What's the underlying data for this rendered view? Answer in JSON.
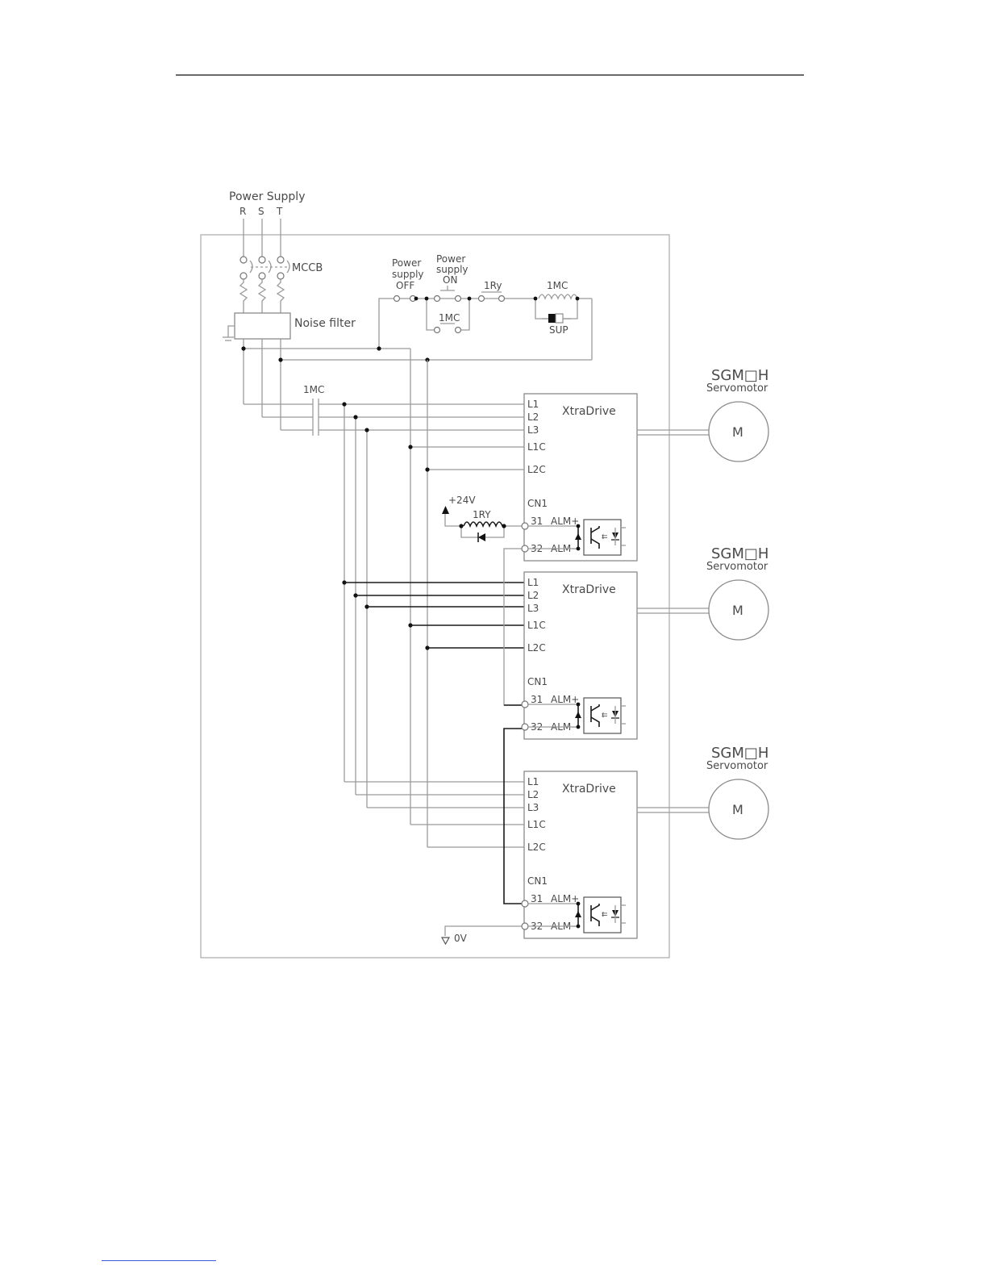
{
  "power_supply": {
    "title": "Power Supply",
    "phases": [
      "R",
      "S",
      "T"
    ]
  },
  "labels": {
    "mccb": "MCCB",
    "noise_filter": "Noise filter",
    "supply_off": [
      "Power",
      "supply",
      "OFF"
    ],
    "supply_on": [
      "Power",
      "supply",
      "ON"
    ],
    "relay_1ry_upper": "1Ry",
    "relay_1ry_lower": "1RY",
    "contactor": "1MC",
    "suppressor": "SUP",
    "plus_24v": "+24V",
    "zero_v": "0V"
  },
  "drives": [
    {
      "name": "XtraDrive",
      "terminals": [
        "L1",
        "L2",
        "L3",
        "L1C",
        "L2C"
      ],
      "connector": "CN1",
      "pins": [
        {
          "num": "31",
          "name": "ALM+"
        },
        {
          "num": "32",
          "name": "ALM−"
        }
      ]
    },
    {
      "name": "XtraDrive",
      "terminals": [
        "L1",
        "L2",
        "L3",
        "L1C",
        "L2C"
      ],
      "connector": "CN1",
      "pins": [
        {
          "num": "31",
          "name": "ALM+"
        },
        {
          "num": "32",
          "name": "ALM−"
        }
      ]
    },
    {
      "name": "XtraDrive",
      "terminals": [
        "L1",
        "L2",
        "L3",
        "L1C",
        "L2C"
      ],
      "connector": "CN1",
      "pins": [
        {
          "num": "31",
          "name": "ALM+"
        },
        {
          "num": "32",
          "name": "ALM−"
        }
      ]
    }
  ],
  "motors": [
    {
      "model": "SGM□H",
      "type": "Servomotor",
      "symbol": "M"
    },
    {
      "model": "SGM□H",
      "type": "Servomotor",
      "symbol": "M"
    },
    {
      "model": "SGM□H",
      "type": "Servomotor",
      "symbol": "M"
    }
  ]
}
